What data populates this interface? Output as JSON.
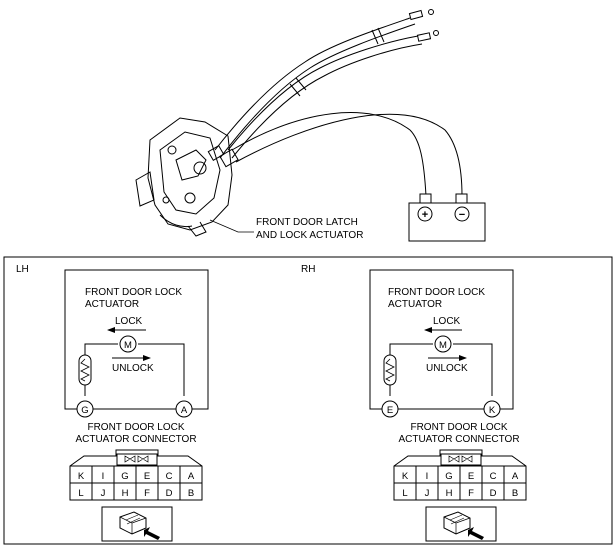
{
  "top_callout": {
    "line1": "FRONT DOOR LATCH",
    "line2": "AND LOCK ACTUATOR"
  },
  "battery": {
    "plus_symbol": "+",
    "minus_symbol": "−"
  },
  "panels": [
    {
      "side_label": "LH",
      "box_title_line1": "FRONT DOOR LOCK",
      "box_title_line2": "ACTUATOR",
      "lock_label": "LOCK",
      "unlock_label": "UNLOCK",
      "motor_symbol": "M",
      "terminal_left": "G",
      "terminal_right": "A",
      "connector_title_line1": "FRONT DOOR LOCK",
      "connector_title_line2": "ACTUATOR CONNECTOR",
      "connector_row1": [
        "K",
        "I",
        "G",
        "E",
        "C",
        "A"
      ],
      "connector_row2": [
        "L",
        "J",
        "H",
        "F",
        "D",
        "B"
      ]
    },
    {
      "side_label": "RH",
      "box_title_line1": "FRONT DOOR LOCK",
      "box_title_line2": "ACTUATOR",
      "lock_label": "LOCK",
      "unlock_label": "UNLOCK",
      "motor_symbol": "M",
      "terminal_left": "E",
      "terminal_right": "K",
      "connector_title_line1": "FRONT DOOR LOCK",
      "connector_title_line2": "ACTUATOR CONNECTOR",
      "connector_row1": [
        "K",
        "I",
        "G",
        "E",
        "C",
        "A"
      ],
      "connector_row2": [
        "L",
        "J",
        "H",
        "F",
        "D",
        "B"
      ]
    }
  ]
}
